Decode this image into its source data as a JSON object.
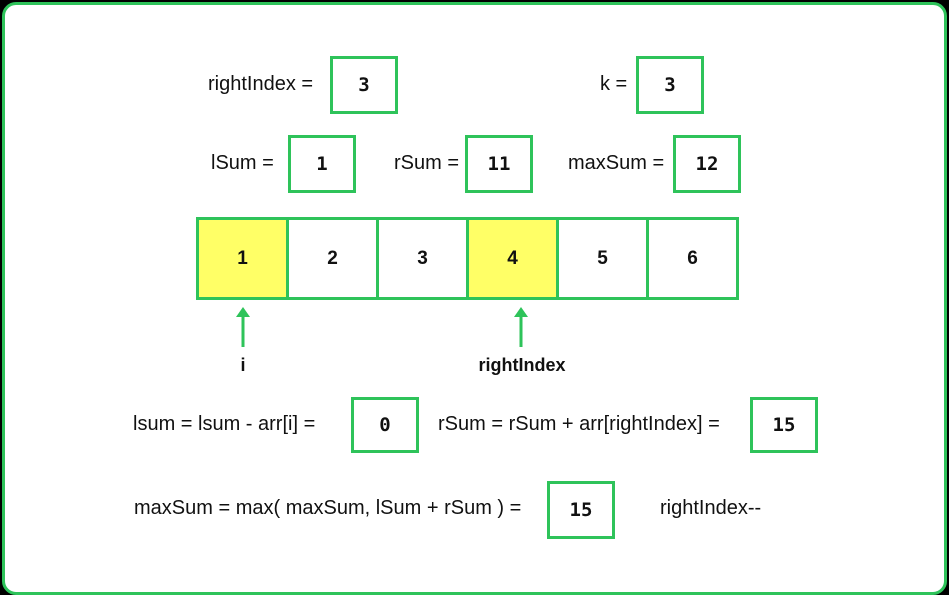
{
  "top_vars": {
    "rightIndex_label": "rightIndex =",
    "rightIndex_value": "3",
    "k_label": "k =",
    "k_value": "3"
  },
  "sums": {
    "lSum_label": "lSum =",
    "lSum_value": "1",
    "rSum_label": "rSum =",
    "rSum_value": "11",
    "maxSum_label": "maxSum =",
    "maxSum_value": "12"
  },
  "array": {
    "cells": [
      {
        "value": "1",
        "highlighted": true
      },
      {
        "value": "2",
        "highlighted": false
      },
      {
        "value": "3",
        "highlighted": false
      },
      {
        "value": "4",
        "highlighted": true
      },
      {
        "value": "5",
        "highlighted": false
      },
      {
        "value": "6",
        "highlighted": false
      }
    ],
    "highlight_color": "#ffff66"
  },
  "pointers": {
    "i_label": "i",
    "rightIndex_label": "rightIndex"
  },
  "updates": {
    "lsum_expr": "lsum = lsum - arr[i] =",
    "lsum_result": "0",
    "rsum_expr": "rSum = rSum + arr[rightIndex] =",
    "rsum_result": "15",
    "maxsum_expr": "maxSum =  max( maxSum, lSum + rSum ) =",
    "maxsum_result": "15",
    "decrement": "rightIndex--"
  },
  "colors": {
    "accent": "#2ec35a",
    "highlight": "#ffff66"
  }
}
